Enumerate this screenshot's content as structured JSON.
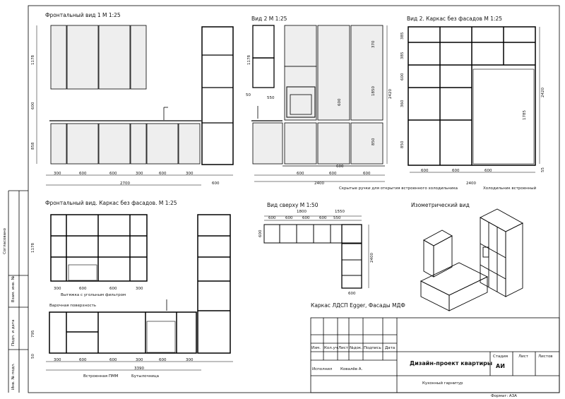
{
  "views": {
    "front1": {
      "title": "Фронтальный вид 1 М 1:25",
      "dim_total": "2700",
      "dim_tall": "600",
      "seg": [
        "300",
        "600",
        "600",
        "300",
        "600",
        "300"
      ],
      "heights": [
        "1178",
        "600",
        "858"
      ]
    },
    "view2": {
      "title": "Вид 2 М 1:25",
      "dims": [
        "600",
        "600",
        "600"
      ],
      "dim_total": "2400",
      "heights": [
        "1178",
        "50",
        "550"
      ],
      "inner": [
        "370",
        "1850",
        "600",
        "2420",
        "850",
        "600"
      ]
    },
    "frame2": {
      "title": "Вид 2. Каркас без фасадов М 1:25",
      "dim_total": "2400",
      "dims": [
        "600",
        "600",
        "600"
      ],
      "heights": [
        "385",
        "385",
        "600",
        "360",
        "850",
        "2420",
        "1785",
        "55"
      ]
    },
    "front_frame": {
      "title": "Фронтальный вид. Каркас без фасадов. М 1:25",
      "seg": [
        "300",
        "600",
        "600",
        "300"
      ],
      "bottom_seg": [
        "300",
        "600",
        "600",
        "300",
        "600",
        "300"
      ],
      "dim_total": "3390",
      "heights": [
        "1178",
        "795",
        "50"
      ]
    },
    "top": {
      "title": "Вид сверху М 1:50",
      "dims": [
        "1800",
        "1550"
      ],
      "sub": [
        "600",
        "600",
        "600",
        "600",
        "550"
      ],
      "side": "2400",
      "bottom": "600",
      "left": "600"
    },
    "iso": {
      "title": "Изометрический вид"
    }
  },
  "notes": {
    "hidden_handles": "Скрытые ручки для открытия встроенного холодильника",
    "fridge": "Холодильник встроенный",
    "hood": "Вытяжка с угольным фильтром",
    "worktop": "Варочная поверхность",
    "dishwasher": "Встроенная ПММ",
    "bottles": "Бутылочница",
    "material": "Каркас ЛДСП Egger, Фасады МДФ"
  },
  "side_labels": {
    "agreed": "Согласовано",
    "inv_sub": "Взам. инв. №",
    "sign_date": "Подп. и дата",
    "inv_orig": "Инв. № подл."
  },
  "title_block": {
    "headers": [
      "Изм.",
      "Кол.уч",
      "Лист",
      "№док.",
      "Подпись",
      "Дата"
    ],
    "performer_label": "Исполнил",
    "performer": "Ковалёв А.",
    "project": "Дизайн-проект квартиры",
    "stage_label": "Стадия",
    "sheet_label": "Лист",
    "sheets_label": "Листов",
    "stage": "АИ",
    "subject": "Кухонный гарнитур",
    "format": "Формат: А3А"
  }
}
